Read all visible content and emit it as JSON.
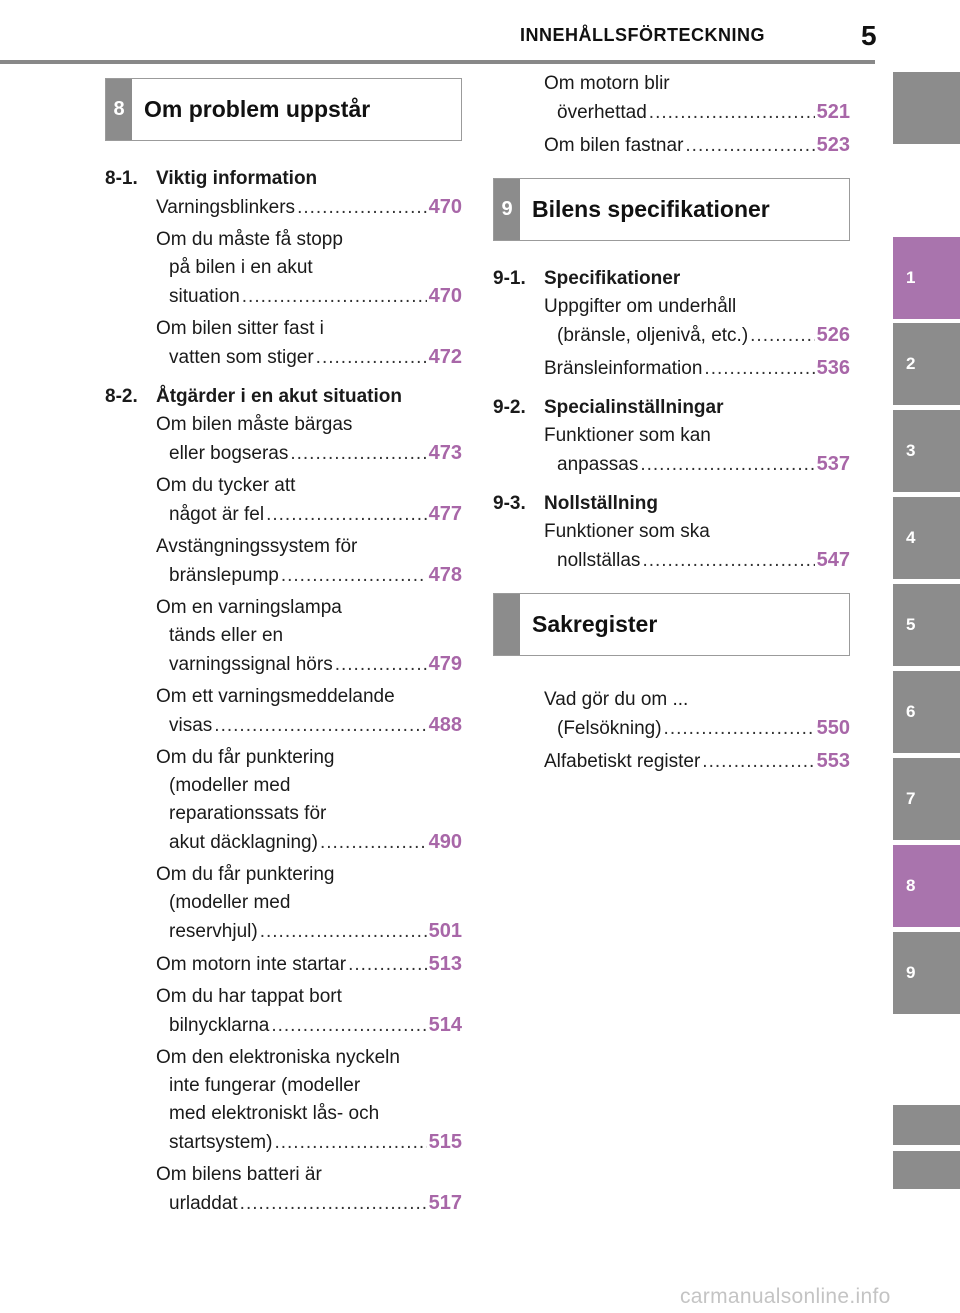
{
  "header": {
    "title": "INNEHÅLLSFÖRTECKNING",
    "page_number": "5"
  },
  "left": {
    "section": {
      "number": "8",
      "title": "Om problem uppstår"
    },
    "groups": [
      {
        "code": "8-1.",
        "title": "Viktig information",
        "entries": [
          {
            "lines": [
              "Varningsblinkers"
            ],
            "page": "470"
          },
          {
            "lines": [
              "Om du måste få stopp",
              "på bilen i en akut",
              "situation"
            ],
            "page": "470"
          },
          {
            "lines": [
              "Om bilen sitter fast i",
              "vatten som stiger"
            ],
            "page": "472"
          }
        ]
      },
      {
        "code": "8-2.",
        "title": "Åtgärder i en akut situation",
        "entries": [
          {
            "lines": [
              "Om bilen måste bärgas",
              "eller bogseras"
            ],
            "page": "473"
          },
          {
            "lines": [
              "Om du tycker att",
              "något är fel"
            ],
            "page": "477"
          },
          {
            "lines": [
              "Avstängningssystem för",
              "bränslepump"
            ],
            "page": "478"
          },
          {
            "lines": [
              "Om en varningslampa",
              "tänds eller en",
              "varningssignal hörs"
            ],
            "page": "479"
          },
          {
            "lines": [
              "Om ett varningsmeddelande",
              "visas"
            ],
            "page": "488"
          },
          {
            "lines": [
              "Om du får punktering",
              "(modeller med",
              "reparationssats för",
              "akut däcklagning)"
            ],
            "page": "490"
          },
          {
            "lines": [
              "Om du får punktering",
              "(modeller med",
              "reservhjul)"
            ],
            "page": "501"
          },
          {
            "lines": [
              "Om motorn inte startar"
            ],
            "page": "513"
          },
          {
            "lines": [
              "Om du har tappat bort",
              "bilnycklarna"
            ],
            "page": "514"
          },
          {
            "lines": [
              "Om den elektroniska nyckeln",
              "inte fungerar (modeller",
              "med elektroniskt lås- och",
              "startsystem)"
            ],
            "page": "515"
          },
          {
            "lines": [
              "Om bilens batteri är",
              "urladdat"
            ],
            "page": "517"
          }
        ]
      }
    ]
  },
  "right": {
    "continued_entries": [
      {
        "lines": [
          "Om motorn blir",
          "överhettad"
        ],
        "page": "521"
      },
      {
        "lines": [
          "Om bilen fastnar"
        ],
        "page": "523"
      }
    ],
    "section": {
      "number": "9",
      "title": "Bilens specifikationer"
    },
    "groups": [
      {
        "code": "9-1.",
        "title": "Specifikationer",
        "entries": [
          {
            "lines": [
              "Uppgifter om underhåll",
              "(bränsle, oljenivå, etc.)"
            ],
            "page": "526"
          },
          {
            "lines": [
              "Bränsleinformation"
            ],
            "page": "536"
          }
        ]
      },
      {
        "code": "9-2.",
        "title": "Specialinställningar",
        "entries": [
          {
            "lines": [
              "Funktioner som kan",
              "anpassas"
            ],
            "page": "537"
          }
        ]
      },
      {
        "code": "9-3.",
        "title": "Nollställning",
        "entries": [
          {
            "lines": [
              "Funktioner som ska",
              "nollställas"
            ],
            "page": "547"
          }
        ]
      }
    ],
    "index_section": {
      "number": "",
      "title": "Sakregister"
    },
    "index_entries": [
      {
        "lines": [
          "Vad gör du om ...",
          "(Felsökning)"
        ],
        "page": "550"
      },
      {
        "lines": [
          "Alfabetiskt register"
        ],
        "page": "553"
      }
    ]
  },
  "tabs": [
    {
      "label": "",
      "active": false
    },
    {
      "label": "1",
      "active": true
    },
    {
      "label": "2",
      "active": false
    },
    {
      "label": "3",
      "active": false
    },
    {
      "label": "4",
      "active": false
    },
    {
      "label": "5",
      "active": false
    },
    {
      "label": "6",
      "active": false
    },
    {
      "label": "7",
      "active": false
    },
    {
      "label": "8",
      "active": true
    },
    {
      "label": "9",
      "active": false
    },
    {
      "label": "",
      "active": false
    },
    {
      "label": "",
      "active": false
    }
  ],
  "footer": {
    "watermark": "carmanualsonline.info"
  },
  "colors": {
    "accent": "#a974ad",
    "page_number": "#a867a8",
    "tab_gray": "#8c8c8c"
  }
}
